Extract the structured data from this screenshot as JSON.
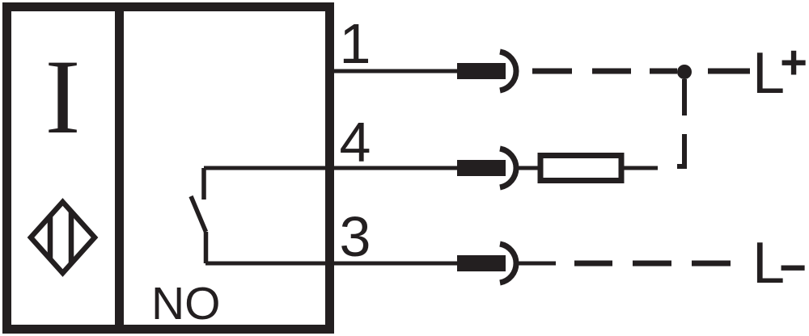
{
  "sensor": {
    "technology_symbol": "I",
    "switch_function_label": "NO"
  },
  "pins": [
    {
      "number": "1",
      "connected_to": "L+ rail"
    },
    {
      "number": "4",
      "connected_to": "load to L+"
    },
    {
      "number": "3",
      "connected_to": "L− rail"
    }
  ],
  "supply": {
    "positive": {
      "letter": "L",
      "sign": "+"
    },
    "negative": {
      "letter": "L",
      "sign": "−"
    }
  },
  "icons": {
    "proximity_sensor_symbol": "diamond-with-two-vertical-bars",
    "contact_symbol": "normally-open-switch",
    "connector_symbol": "pin-plug-with-socket-arc",
    "load_symbol": "resistor-rectangle",
    "junction_symbol": "solid-dot"
  },
  "colors": {
    "ink": "#231f20",
    "background": "#ffffff"
  }
}
